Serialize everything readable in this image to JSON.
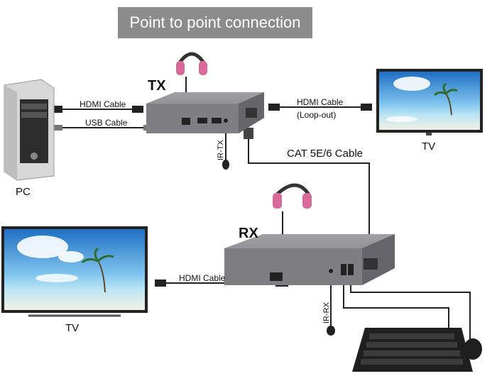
{
  "title": "Point to point connection",
  "labels": {
    "tx": "TX",
    "rx": "RX",
    "pc": "PC",
    "tv_top": "TV",
    "tv_left": "TV",
    "hdmi_cable_pc": "HDMI Cable",
    "usb_cable_pc": "USB Cable",
    "hdmi_cable_loop": "HDMI Cable",
    "loop_out": "(Loop-out)",
    "cat_cable": "CAT 5E/6 Cable",
    "hdmi_cable_rx": "HDMI Cable",
    "ir_tx": "IR-TX",
    "ir_rx": "IR-RX"
  },
  "icons": [
    "headphones-icon",
    "computer-tower-icon",
    "tv-icon",
    "keyboard-icon",
    "mouse-icon",
    "ir-sensor-icon"
  ],
  "colors": {
    "title_bg": "#8c8c8c",
    "device_gray": "#8e8e92",
    "cable": "#222222",
    "headphone_pink": "#d86a9a"
  }
}
